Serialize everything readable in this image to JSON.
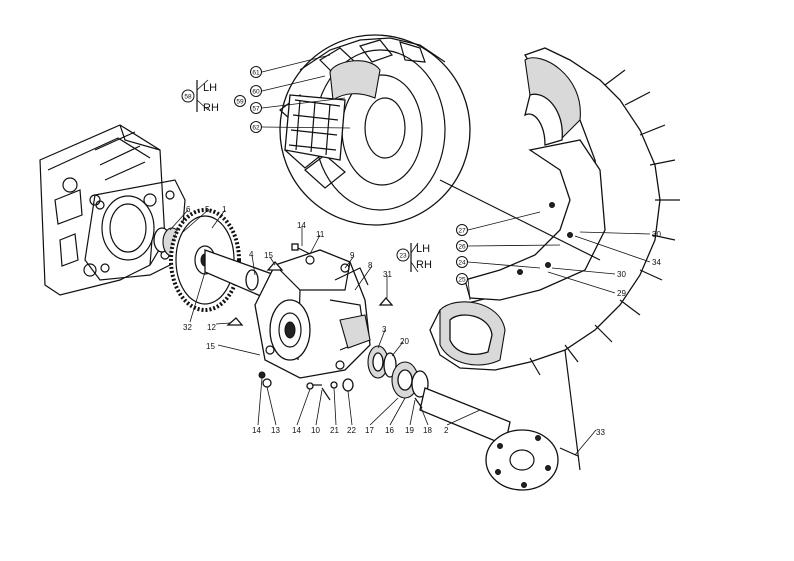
{
  "sides": {
    "front": {
      "left": "LH",
      "right": "RH",
      "ref": "58"
    },
    "rear": {
      "left": "LH",
      "right": "RH",
      "ref": "23"
    }
  },
  "front_wheel_refs": [
    "61",
    "60",
    "59",
    "57",
    "62"
  ],
  "rear_wheel_refs": [
    "27",
    "26",
    "24",
    "25"
  ],
  "part_labels": [
    "1",
    "5",
    "6",
    "4",
    "32",
    "14",
    "11",
    "15",
    "9",
    "8",
    "31",
    "12",
    "15",
    "3",
    "20",
    "14",
    "13",
    "14",
    "10",
    "21",
    "22",
    "17",
    "16",
    "19",
    "18",
    "2",
    "33",
    "30",
    "34",
    "30",
    "29"
  ]
}
